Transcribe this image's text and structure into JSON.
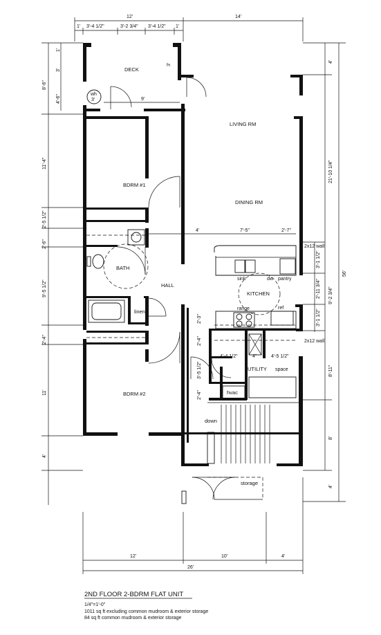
{
  "title": "2ND FLOOR 2-BDRM FLAT UNIT",
  "scale": "1/4\"=1'-0\"",
  "notes": [
    "1011 sq ft excluding common mudroom & exterior storage",
    "84 sq ft common mudroom & exterior storage"
  ],
  "rooms": {
    "deck": "DECK",
    "living": "LIVING RM",
    "dining": "DINING RM",
    "bdrm1": "BDRM #1",
    "bdrm2": "BDRM #2",
    "bath": "BATH",
    "hall": "HALL",
    "kitchen": "KITCHEN",
    "utility": "UTILITY",
    "linen": "linen",
    "hvac": "hvac",
    "storage": "storage",
    "down": "down",
    "wh": "wh",
    "wh_size": "3'"
  },
  "fixtures": {
    "sink": "sink",
    "dw": "dw",
    "pantry": "pantry",
    "range": "range",
    "ref": "ref",
    "refspace": "space",
    "wall_2x12_top": "2x12 wall",
    "wall_2x12_bot": "2x12 wall"
  },
  "dims_top": {
    "d12": "12'",
    "d14": "14'",
    "d1a": "1'",
    "d3412a": "3'-4 1/2\"",
    "d3234": "3'-2 3/4\"",
    "d3412b": "3'-4 1/2\"",
    "d1b": "1'"
  },
  "dims_left": {
    "d1": "1'",
    "d3": "3'",
    "d86": "8'-6\"",
    "d46": "4'-6\"",
    "d114": "11'-4\"",
    "d2512": "2'-5 1/2\"",
    "d26": "2'-6\"",
    "d9512": "9'-5 1/2\"",
    "d24": "2'-4\"",
    "d11": "11'",
    "d4": "4'"
  },
  "dims_right": {
    "d4a": "4'",
    "d21014": "21'-10 1/4\"",
    "d56": "56'",
    "d3112a": "3'-1 1/2\"",
    "d21134": "2'-11 3/4\"",
    "d9234": "9'-2 3/4\"",
    "d3112b": "3'-1 1/2\"",
    "d811": "8'-11\"",
    "d8": "8'",
    "d4b": "4'"
  },
  "dims_interior": {
    "deck_width": "9'",
    "deck_door": "3'",
    "d4": "4'",
    "d75": "7'-5\"",
    "d27": "2'-7\"",
    "d23a": "2'-3\"",
    "d24a": "2'-4\"",
    "d4412": "4'-4 1/2\"",
    "d4b": "4\"",
    "d4512": "4'-5 1/2\"",
    "d3512": "3'-5 1/2\"",
    "d24b": "2'-4\""
  },
  "dims_bottom": {
    "d12": "12'",
    "d10": "10'",
    "d4": "4'",
    "d26": "26'"
  }
}
